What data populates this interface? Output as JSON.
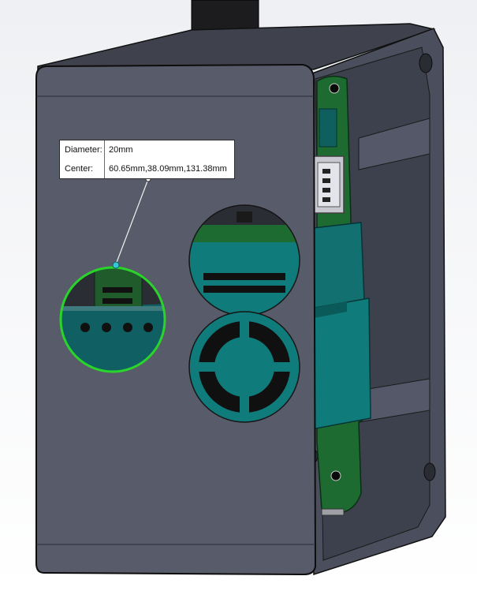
{
  "measure": {
    "diameter_label": "Diameter:",
    "diameter_value": "20mm",
    "center_label": "Center:",
    "center_value": "60.65mm,38.09mm,131.38mm"
  },
  "colors": {
    "background_top": "#eef0f3",
    "housing_face": "#585b6a",
    "housing_edge": "#111111",
    "pcb_green": "#1e6b32",
    "component_teal": "#0f7b7b",
    "selection_green": "#2ad42a",
    "selection_point": "#38c6d6"
  },
  "icons": {
    "cable": "cable-stub",
    "selected_edge": "circle-selection-highlight"
  }
}
